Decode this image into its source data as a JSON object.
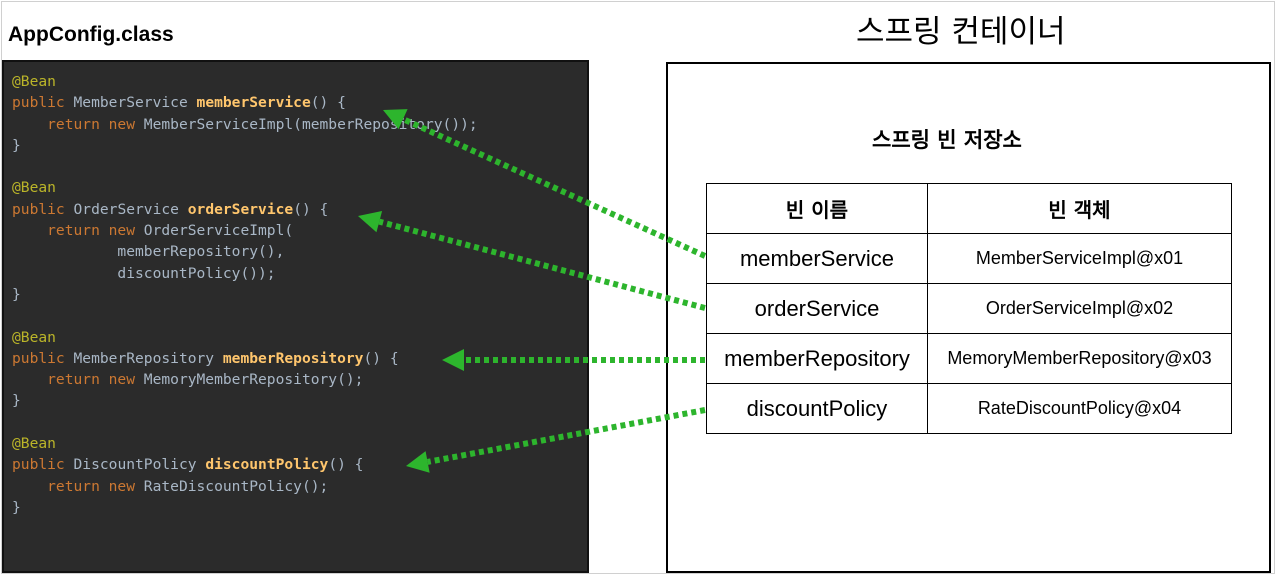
{
  "code_panel": {
    "title": "AppConfig.class",
    "lines": [
      [
        {
          "t": "@Bean",
          "c": "ann"
        }
      ],
      [
        {
          "t": "public ",
          "c": "kw"
        },
        {
          "t": "MemberService ",
          "c": "txt"
        },
        {
          "t": "memberService",
          "c": "fn"
        },
        {
          "t": "() {",
          "c": "txt"
        }
      ],
      [
        {
          "t": "    return new ",
          "c": "kw"
        },
        {
          "t": "MemberServiceImpl(memberRepository());",
          "c": "txt"
        }
      ],
      [
        {
          "t": "}",
          "c": "txt"
        }
      ],
      [
        {
          "t": "",
          "c": "txt"
        }
      ],
      [
        {
          "t": "@Bean",
          "c": "ann"
        }
      ],
      [
        {
          "t": "public ",
          "c": "kw"
        },
        {
          "t": "OrderService ",
          "c": "txt"
        },
        {
          "t": "orderService",
          "c": "fn"
        },
        {
          "t": "() {",
          "c": "txt"
        }
      ],
      [
        {
          "t": "    return new ",
          "c": "kw"
        },
        {
          "t": "OrderServiceImpl(",
          "c": "txt"
        }
      ],
      [
        {
          "t": "            memberRepository(),",
          "c": "txt"
        }
      ],
      [
        {
          "t": "            discountPolicy());",
          "c": "txt"
        }
      ],
      [
        {
          "t": "}",
          "c": "txt"
        }
      ],
      [
        {
          "t": "",
          "c": "txt"
        }
      ],
      [
        {
          "t": "@Bean",
          "c": "ann"
        }
      ],
      [
        {
          "t": "public ",
          "c": "kw"
        },
        {
          "t": "MemberRepository ",
          "c": "txt"
        },
        {
          "t": "memberRepository",
          "c": "fn"
        },
        {
          "t": "() {",
          "c": "txt"
        }
      ],
      [
        {
          "t": "    return new ",
          "c": "kw"
        },
        {
          "t": "MemoryMemberRepository();",
          "c": "txt"
        }
      ],
      [
        {
          "t": "}",
          "c": "txt"
        }
      ],
      [
        {
          "t": "",
          "c": "txt"
        }
      ],
      [
        {
          "t": "@Bean",
          "c": "ann"
        }
      ],
      [
        {
          "t": "public ",
          "c": "kw"
        },
        {
          "t": "DiscountPolicy ",
          "c": "txt"
        },
        {
          "t": "discountPolicy",
          "c": "fn"
        },
        {
          "t": "() {",
          "c": "txt"
        }
      ],
      [
        {
          "t": "    return new ",
          "c": "kw"
        },
        {
          "t": "RateDiscountPolicy();",
          "c": "txt"
        }
      ],
      [
        {
          "t": "}",
          "c": "txt"
        }
      ]
    ]
  },
  "container": {
    "title": "스프링 컨테이너",
    "repository_title": "스프링 빈 저장소",
    "table": {
      "headers": [
        "빈 이름",
        "빈 객체"
      ],
      "rows": [
        {
          "name": "memberService",
          "object": "MemberServiceImpl@x01"
        },
        {
          "name": "orderService",
          "object": "OrderServiceImpl@x02"
        },
        {
          "name": "memberRepository",
          "object": "MemoryMemberRepository@x03"
        },
        {
          "name": "discountPolicy",
          "object": "RateDiscountPolicy@x04"
        }
      ]
    }
  },
  "colors": {
    "arrow": "#2db52d",
    "code_background": "#2b2b2b",
    "keyword": "#cc7832",
    "annotation": "#bbb529",
    "method_name": "#ffc66d",
    "code_text": "#a9b7c6"
  }
}
